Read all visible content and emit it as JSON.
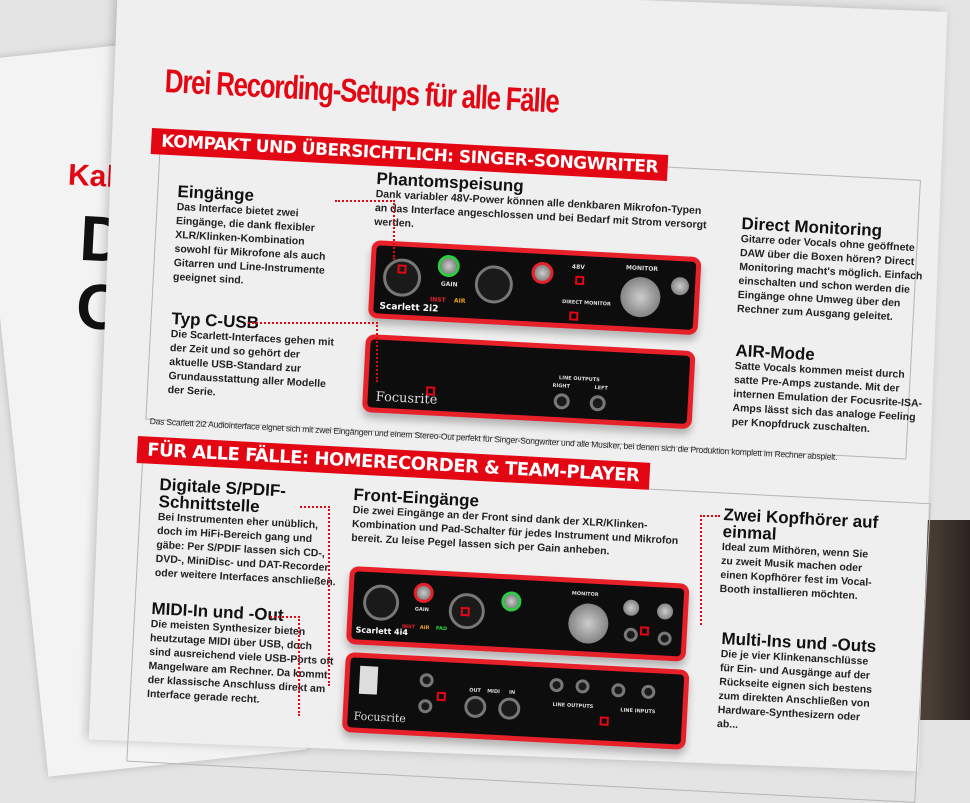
{
  "background": {
    "behind_page_red": "Kab",
    "behind_page_black": "D\nO"
  },
  "title": "Drei Recording-Setups für alle Fälle",
  "section1": {
    "banner": "KOMPAKT UND ÜBERSICHTLICH: SINGER-SONGWRITER",
    "blocks": [
      {
        "heading": "Eingänge",
        "text": "Das Interface bietet zwei Eingänge, die dank flexibler XLR/Klinken-Kombination sowohl für Mikrofone als auch Gitarren und Line-Instrumente geeignet sind."
      },
      {
        "heading": "Typ C-USB",
        "text": "Die Scarlett-Interfaces gehen mit der Zeit und so gehört der aktuelle USB-Standard zur Grundausstattung aller Modelle der Serie."
      },
      {
        "heading": "Phantomspeisung",
        "text": "Dank variabler 48V-Power können alle denkbaren Mikrofon-Typen an das Interface angeschlossen und bei Bedarf mit Strom versorgt werden."
      },
      {
        "heading": "Direct Monitoring",
        "text": "Gitarre oder Vocals ohne geöffnete DAW über die Boxen hören? Direct Monitoring macht's möglich. Einfach einschalten und schon werden die Eingänge ohne Umweg über den Rechner zum Ausgang geleitet."
      },
      {
        "heading": "AIR-Mode",
        "text": "Satte Vocals kommen meist durch satte Pre-Amps zustande. Mit der internen Emulation der Focusrite-ISA-Amps lässt sich das analoge Feeling per Knopfdruck zuschalten."
      }
    ],
    "device": {
      "front_label": "Scarlett 2i2",
      "gain": "GAIN",
      "inst": "INST",
      "air": "AIR",
      "phantom": "48V",
      "direct_monitor": "DIRECT MONITOR",
      "monitor": "MONITOR",
      "brand": "Focusrite",
      "line_outputs": "LINE OUTPUTS",
      "right": "RIGHT",
      "left": "LEFT"
    },
    "caption": "Das Scarlett 2i2 Audiointerface eignet sich mit zwei Eingängen und einem Stereo-Out perfekt für Singer-Songwriter und alle Musiker, bei denen sich die Produktion komplett im Rechner abspielt."
  },
  "section2": {
    "banner": "FÜR ALLE FÄLLE: HOMERECORDER & TEAM-PLAYER",
    "blocks": [
      {
        "heading": "Digitale S/PDIF-Schnittstelle",
        "text": "Bei Instrumenten eher unüblich, doch im HiFi-Bereich gang und gäbe: Per S/PDIF lassen sich CD-, DVD-, MiniDisc- und DAT-Recorder oder weitere Interfaces anschließen."
      },
      {
        "heading": "MIDI-In und -Out",
        "text": "Die meisten Synthesizer bieten heutzutage MIDI über USB, doch sind ausreichend viele USB-Ports oft Mangelware am Rechner. Da kommt der klassische Anschluss direkt am Interface gerade recht."
      },
      {
        "heading": "Front-Eingänge",
        "text": "Die zwei Eingänge an der Front sind dank der XLR/Klinken-Kombination und Pad-Schalter für jedes Instrument und Mikrofon bereit. Zu leise Pegel lassen sich per Gain anheben."
      },
      {
        "heading": "Zwei Kopfhörer auf einmal",
        "text": "Ideal zum Mithören, wenn Sie zu zweit Musik machen oder einen Kopfhörer fest im Vocal-Booth installieren möchten."
      },
      {
        "heading": "Multi-Ins und -Outs",
        "text": "Die je vier Klinkenanschlüsse für Ein- und Ausgänge auf der Rückseite eignen sich bestens zum direkten Anschließen von Hardware-Synthesizern oder ab..."
      }
    ],
    "device": {
      "front_label": "Scarlett 4i4",
      "gain": "GAIN",
      "inst": "INST",
      "air": "AIR",
      "pad": "PAD",
      "monitor": "MONITOR",
      "brand": "Focusrite",
      "line_outputs": "LINE OUTPUTS",
      "line_inputs": "LINE INPUTS",
      "out": "OUT",
      "midi": "MIDI",
      "in": "IN"
    }
  }
}
